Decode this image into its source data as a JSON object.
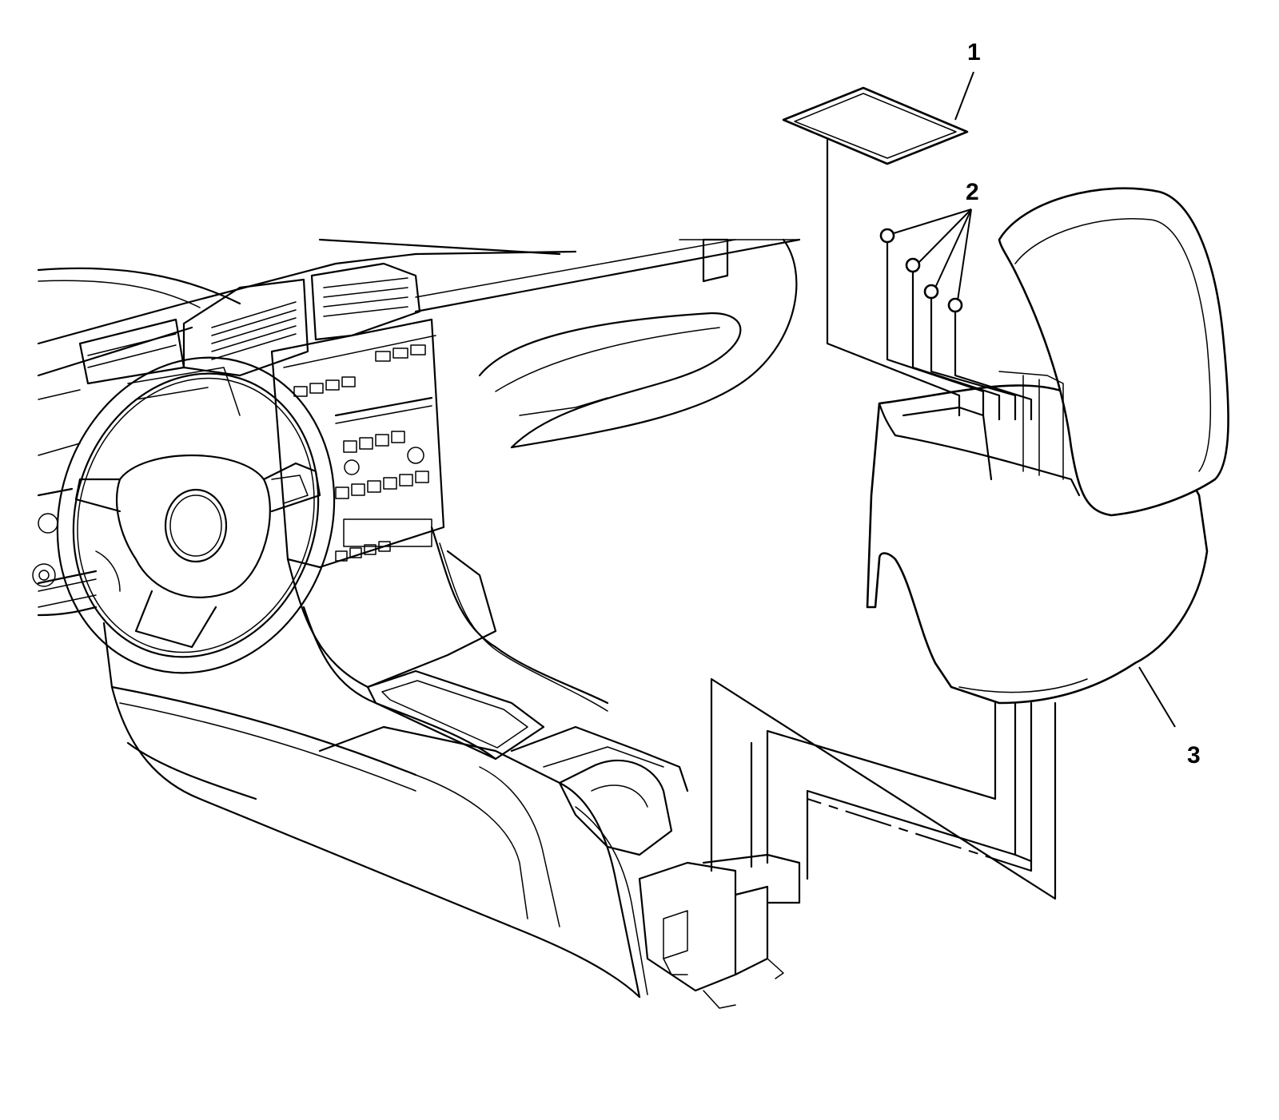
{
  "callouts": [
    {
      "id": "1",
      "part": "cover"
    },
    {
      "id": "2",
      "part": "screws"
    },
    {
      "id": "3",
      "part": "console-armrest"
    }
  ]
}
